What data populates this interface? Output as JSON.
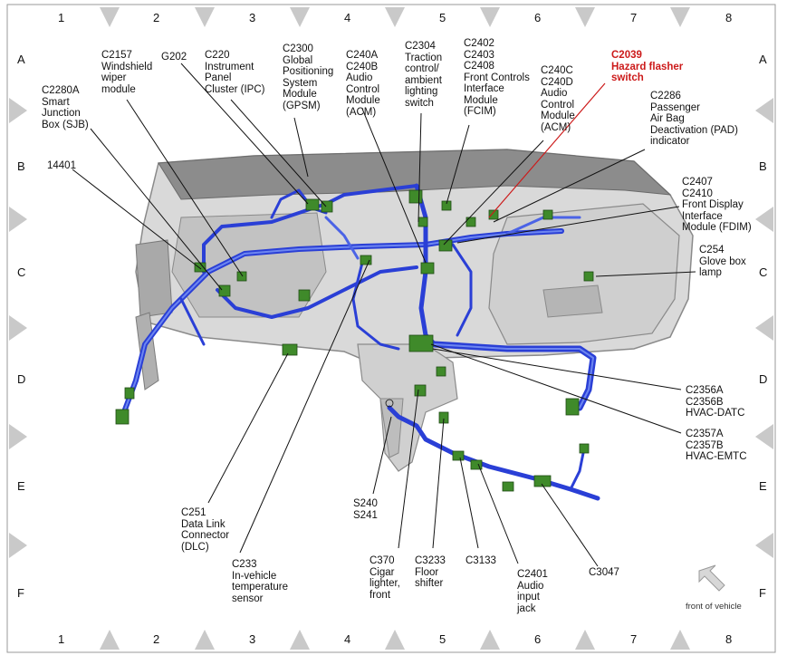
{
  "grid": {
    "columns": [
      "1",
      "2",
      "3",
      "4",
      "5",
      "6",
      "7",
      "8"
    ],
    "rows": [
      "A",
      "B",
      "C",
      "D",
      "E",
      "F"
    ]
  },
  "labels": {
    "c2280a": "C2280A\nSmart\nJunction\nBox (SJB)",
    "c2157": "C2157\nWindshield\nwiper\nmodule",
    "g202": "G202",
    "c220": "C220\nInstrument\nPanel\nCluster (IPC)",
    "c2300": "C2300\nGlobal\nPositioning\nSystem\nModule\n(GPSM)",
    "c240ab": "C240A\nC240B\nAudio\nControl\nModule\n(ACM)",
    "c2304": "C2304\nTraction\ncontrol/\nambient\nlighting\nswitch",
    "c2402": "C2402\nC2403\nC2408\nFront Controls\nInterface\nModule\n(FCIM)",
    "c240cd": "C240C\nC240D\nAudio\nControl\nModule\n(ACM)",
    "c2039": "C2039\nHazard flasher\nswitch",
    "c2286": "C2286\nPassenger\nAir Bag\nDeactivation (PAD)\nindicator",
    "c14401": "14401",
    "c2407": "C2407\nC2410\nFront Display\nInterface\nModule (FDIM)",
    "c254": "C254\nGlove box\nlamp",
    "c2356": "C2356A\nC2356B\nHVAC-DATC",
    "c2357": "C2357A\nC2357B\nHVAC-EMTC",
    "c251": "C251\nData Link\nConnector\n(DLC)",
    "c233": "C233\nIn-vehicle\ntemperature\nsensor",
    "s240": "S240\nS241",
    "c370": "C370\nCigar\nlighter,\nfront",
    "c3233": "C3233\nFloor\nshifter",
    "c3133": "C3133",
    "c2401": "C2401\nAudio\ninput\njack",
    "c3047": "C3047",
    "front": "front of vehicle"
  },
  "colors": {
    "harness": "#2a3fd6",
    "harness_light": "#6d86f0",
    "connector": "#3f8a2a",
    "dash": "#bfbfbf",
    "dash_dark": "#707070",
    "accent_red": "#cc1a1a",
    "marker": "#c8c8c8"
  }
}
